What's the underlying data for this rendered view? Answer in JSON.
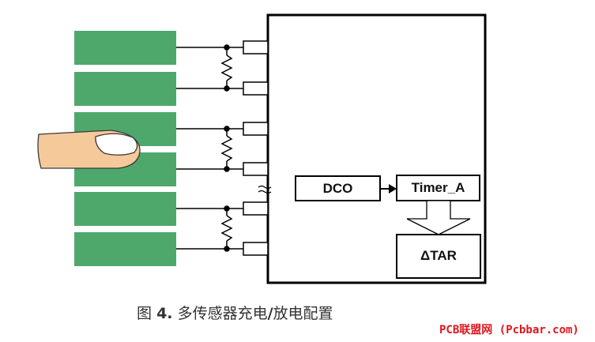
{
  "blocks": {
    "dco_label": "DCO",
    "timer_label": "Timer_A",
    "tar_label": "ΔTAR"
  },
  "caption": {
    "prefix": "图",
    "number": "4.",
    "text_a": "多传感器充电",
    "slash": "/",
    "text_b": "放电配置"
  },
  "watermark": "PCB联盟网 (Pcbbar.com)",
  "colors": {
    "pad": "#4ea86c",
    "watermark": "#e0161d",
    "finger": "#f6c99a"
  },
  "icons": [
    "finger-icon",
    "resistor-icon",
    "break-symbol-icon",
    "arrow-icon"
  ]
}
